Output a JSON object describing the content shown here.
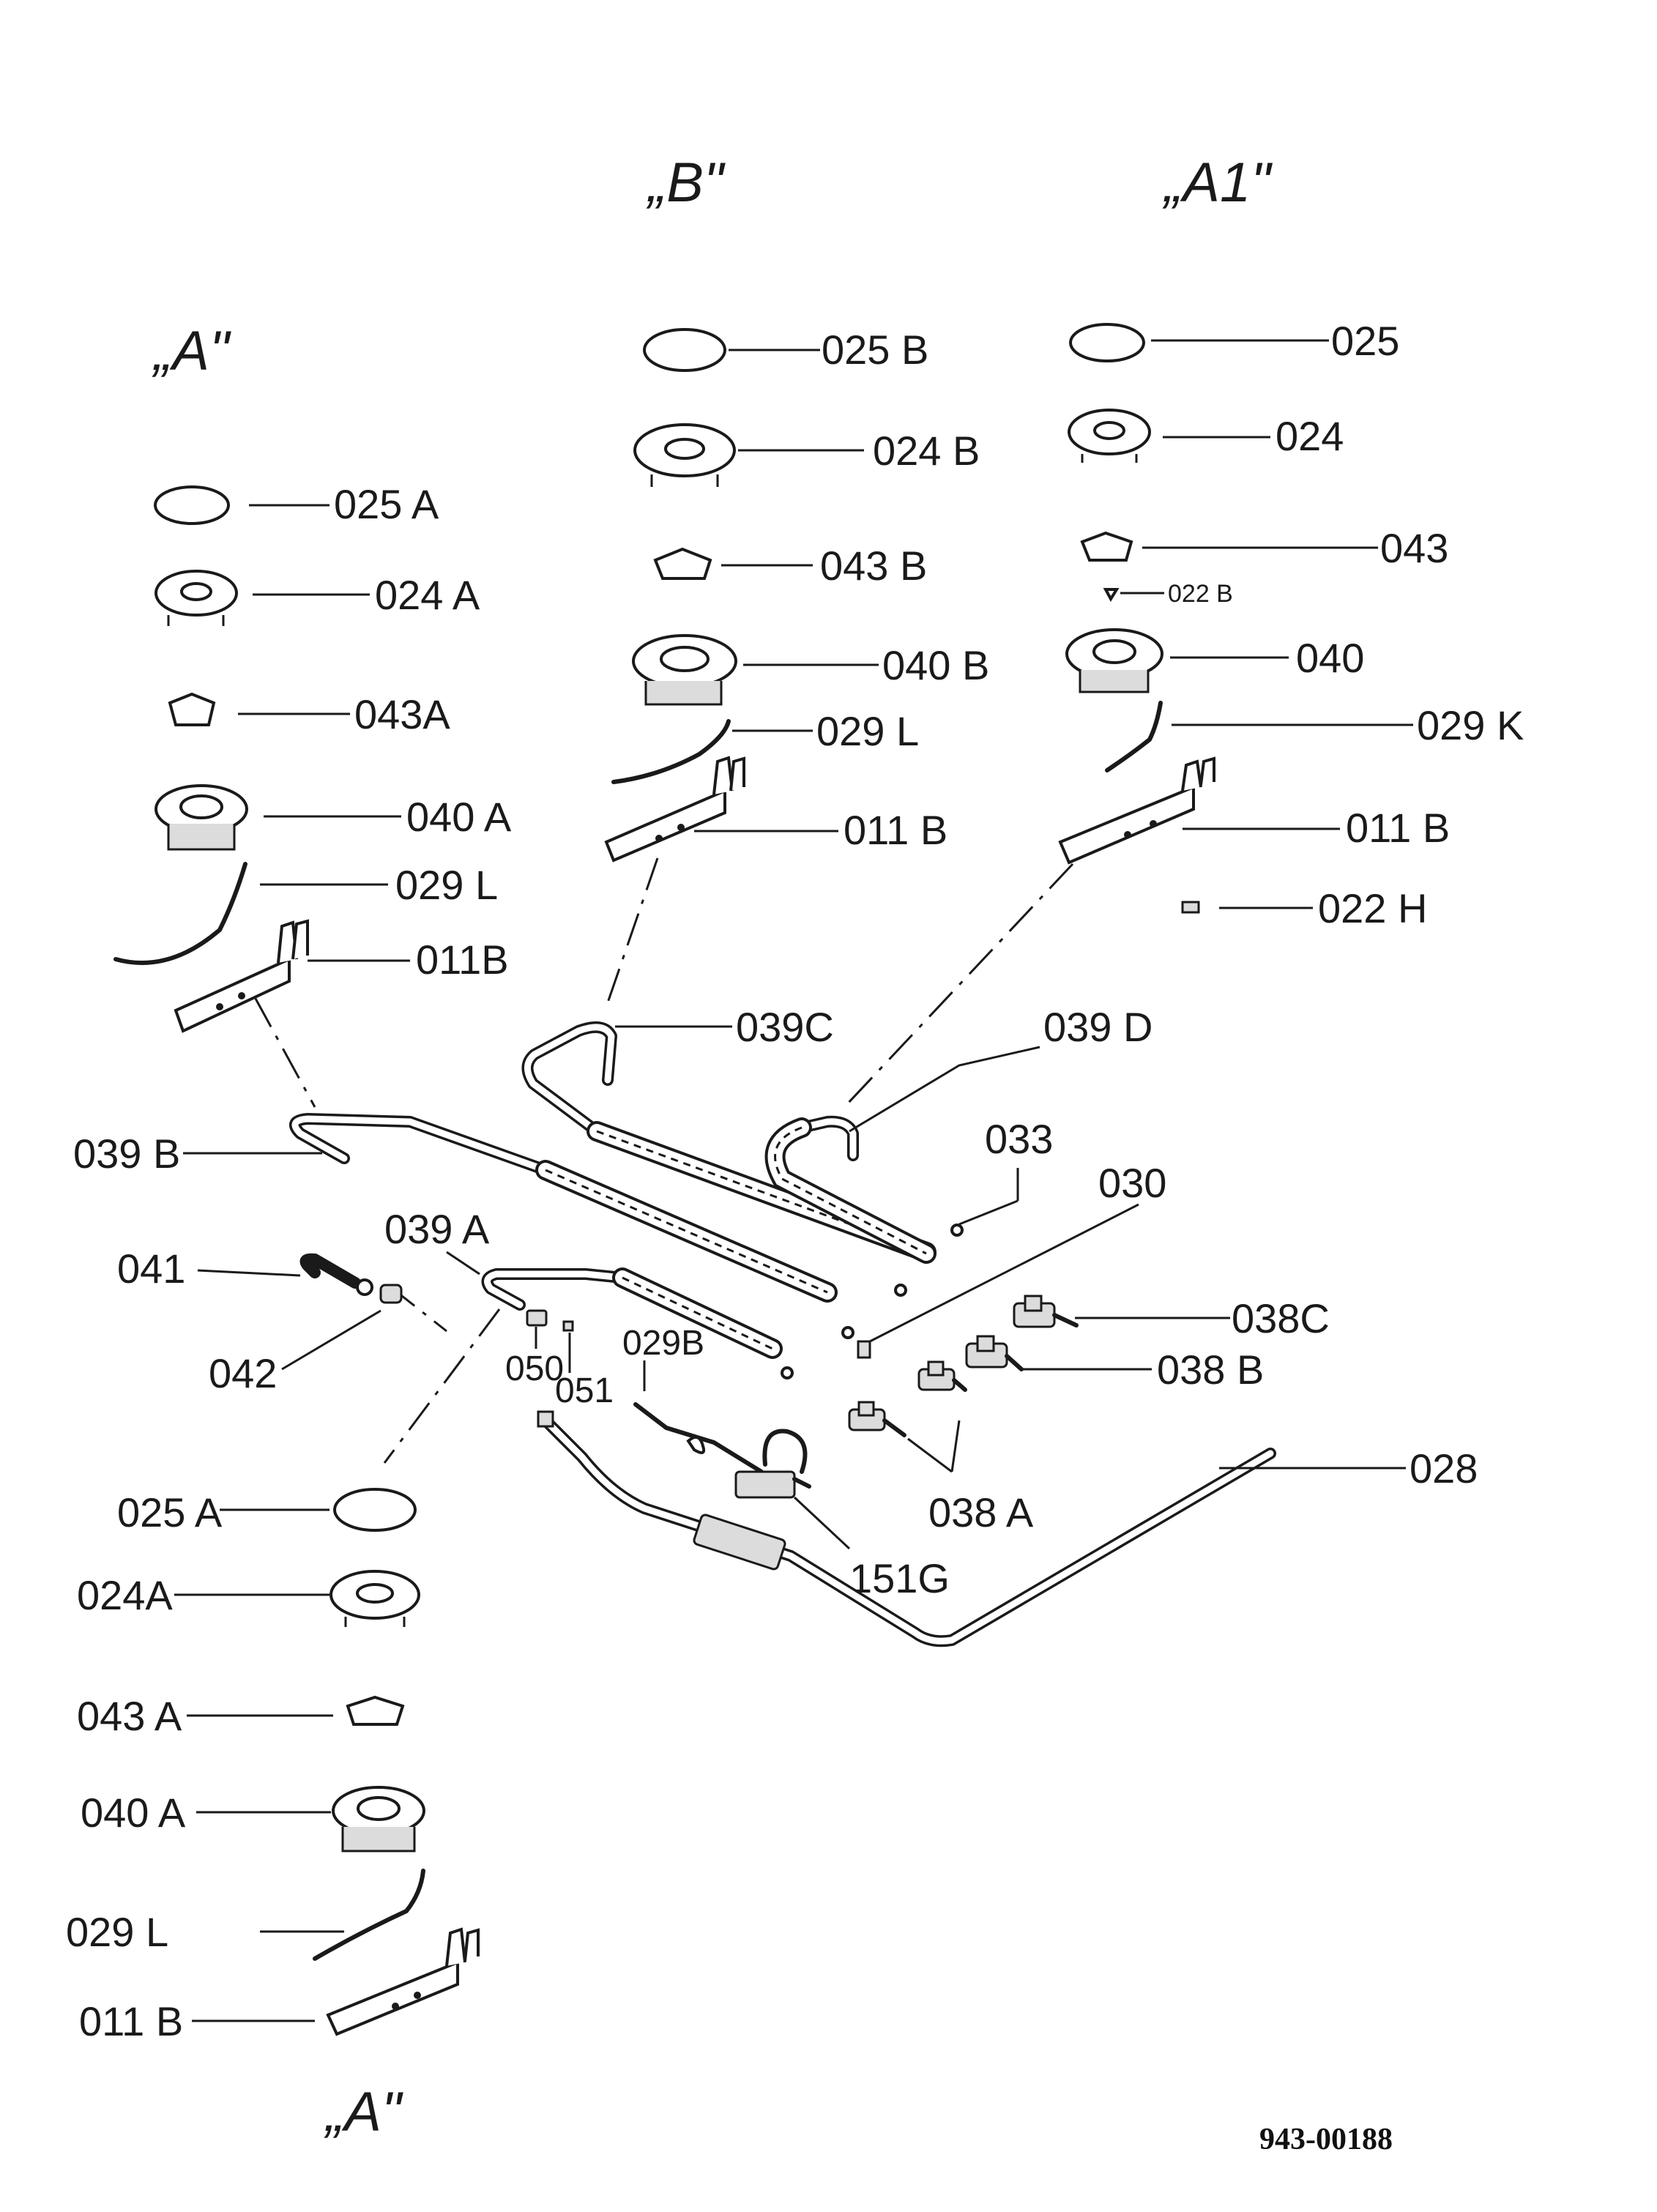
{
  "headers": {
    "a_top": "„A\"",
    "b": "„B\"",
    "a1": "„A1\"",
    "a_bottom": "„A\""
  },
  "labels": {
    "l025a_top": "025 A",
    "l024a_top": "024 A",
    "l043a_top": "043A",
    "l040a_top": "040 A",
    "l029l_top": "029 L",
    "l011b_top": "011B",
    "l025b": "025 B",
    "l024b": "024 B",
    "l043b": "043 B",
    "l040b": "040 B",
    "l029l_mid": "029  L",
    "l011b_mid": "011 B",
    "l025": "025",
    "l024": "024",
    "l043": "043",
    "l022b": "022 B",
    "l040": "040",
    "l029k": "029 K",
    "l011b_right": "011 B",
    "l022h": "022 H",
    "l039c": "039C",
    "l039d": "039 D",
    "l039b": "039 B",
    "l033": "033",
    "l030": "030",
    "l039a": "039 A",
    "l041": "041",
    "l042": "042",
    "l038c": "038C",
    "l038b": "038 B",
    "l029b": "029B",
    "l050": "050",
    "l051": "051",
    "l028": "028",
    "l038a": "038 A",
    "l151g": "151G",
    "l025a_bot": "025 A",
    "l024a_bot": "024A",
    "l043a_bot": "043 A",
    "l040a_bot": "040 A",
    "l029l_bot": "029 L",
    "l011b_bot": "011 B"
  },
  "doc_number": "943-00188"
}
